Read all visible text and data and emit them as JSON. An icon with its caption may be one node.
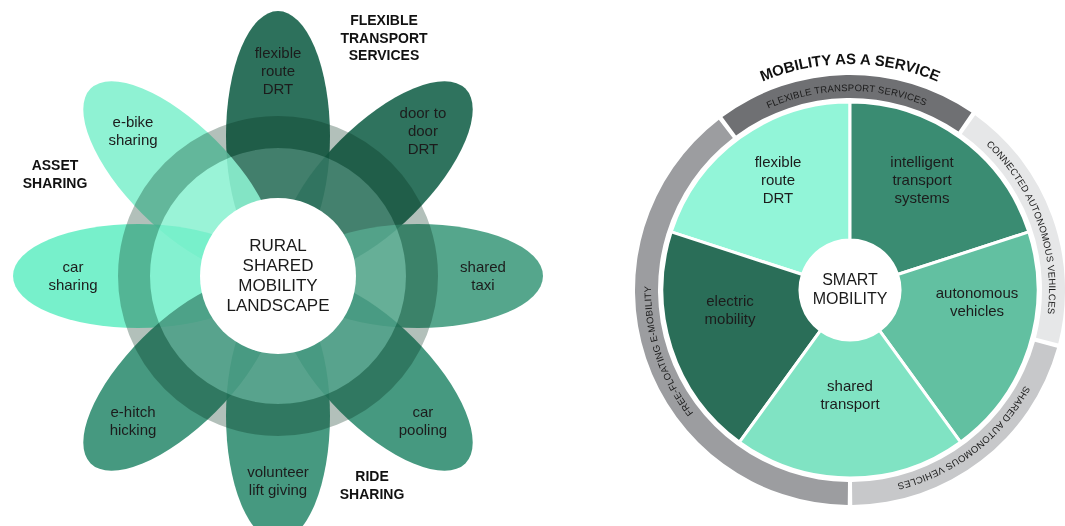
{
  "diagram": {
    "nodes": [
      {
        "text": [
          "flexible route DRT"
        ]
      },
      {
        "text": [
          "e-bike sharing"
        ]
      },
      {
        "text": [
          "door to door DRT"
        ]
      },
      {
        "text": [
          "car sharing"
        ]
      },
      {
        "text": [
          "RURAL SHARED MOBILITY LANDSCAPE"
        ]
      },
      {
        "text": [
          "shared taxi"
        ]
      },
      {
        "text": [
          "e-hitch hicking"
        ]
      },
      {
        "text": [
          "car pooling"
        ]
      },
      {
        "text": [
          "volunteer lift giving"
        ]
      },
      {
        "text": [
          "FLEXIBLE TRANSPORT SERVICES"
        ]
      },
      {
        "text": [
          "CONNECTED AUTONOMOUS VEHILCES"
        ]
      },
      {
        "text": [
          "SHARED AUTONOMOUS VEHICLES"
        ]
      },
      {
        "text": [
          "FREE-FLOATING E-MOBILITY"
        ]
      },
      {
        "text": [
          "flexible route DRT"
        ]
      },
      {
        "text": [
          "intelligent transport systems"
        ]
      },
      {
        "text": [
          "electric mobility"
        ]
      },
      {
        "text": [
          "SMART MOBILITY"
        ]
      },
      {
        "text": [
          "autonomous vehicles"
        ]
      },
      {
        "text": [
          "shared transport"
        ]
      }
    ],
    "labels": [
      "FLEXIBLE TRANSPORT SERVICES",
      "MOBILITY AS A SERVICE",
      "ASSET SHARING",
      "RIDE SHARING"
    ]
  }
}
